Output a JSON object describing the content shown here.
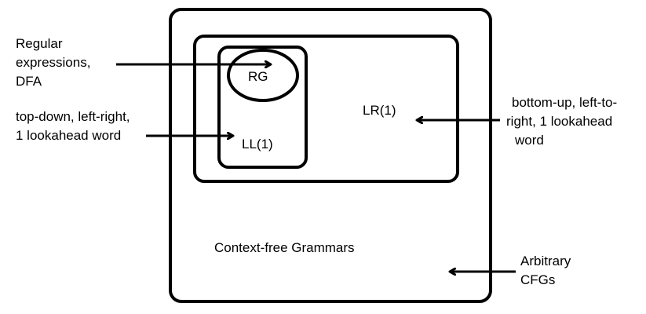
{
  "regions": {
    "cfg": {
      "label": "Context-free Grammars"
    },
    "lr1": {
      "label": "LR(1)"
    },
    "ll1": {
      "label": "LL(1)"
    },
    "rg": {
      "label": "RG"
    }
  },
  "annotations": {
    "regex": {
      "lines": [
        "Regular",
        "expressions,",
        "DFA"
      ]
    },
    "topdown": {
      "lines": [
        "top-down, left-right,",
        "1 lookahead word"
      ]
    },
    "bottomup": {
      "lines": [
        "bottom-up, left-to-",
        "right, 1 lookahead",
        "word"
      ]
    },
    "arbitrary": {
      "lines": [
        "Arbitrary",
        "CFGs"
      ]
    }
  },
  "colors": {
    "stroke": "#000000",
    "background": "#ffffff"
  }
}
